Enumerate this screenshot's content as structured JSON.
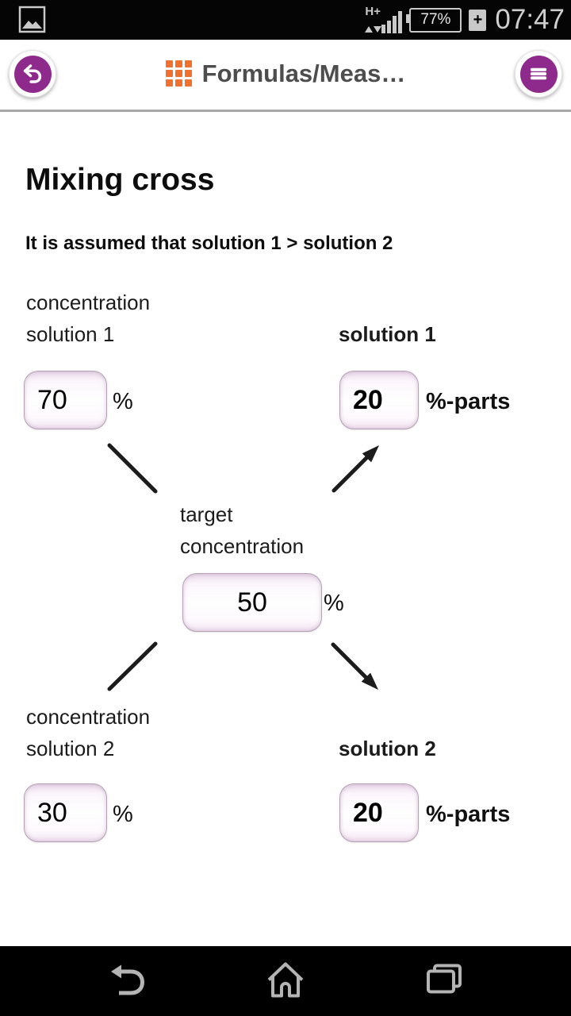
{
  "status_bar": {
    "time": "07:47",
    "battery_level": "77%",
    "battery_charging_sign": "+",
    "network_type": "H+"
  },
  "header": {
    "title": "Formulas/Meas…"
  },
  "content": {
    "page_title": "Mixing cross",
    "assumption": "It is assumed that solution 1 > solution 2",
    "solution1": {
      "label_line1": "concentration",
      "label_line2": "solution 1",
      "value": "70",
      "unit": "%"
    },
    "solution1_parts": {
      "label": "solution 1",
      "value": "20",
      "unit": "%-parts"
    },
    "target": {
      "label_line1": "target",
      "label_line2": "concentration",
      "value": "50",
      "unit": "%"
    },
    "solution2": {
      "label_line1": "concentration",
      "label_line2": "solution 2",
      "value": "30",
      "unit": "%"
    },
    "solution2_parts": {
      "label": "solution 2",
      "value": "20",
      "unit": "%-parts"
    }
  },
  "icons": {
    "status_notification": "picture-thumbnail-icon",
    "header_back": "undo-arrow-icon",
    "header_title_glyph": "grid-3x3-icon",
    "header_menu": "hamburger-menu-icon",
    "nav_buttons": [
      "back-arrow-icon",
      "home-icon",
      "recent-apps-icon"
    ]
  },
  "colors": {
    "accent_purple": "#8e2a8c",
    "icon_orange": "#f0712e",
    "status_gray": "#c9c9c9",
    "arrow_black": "#1c1c1c"
  }
}
